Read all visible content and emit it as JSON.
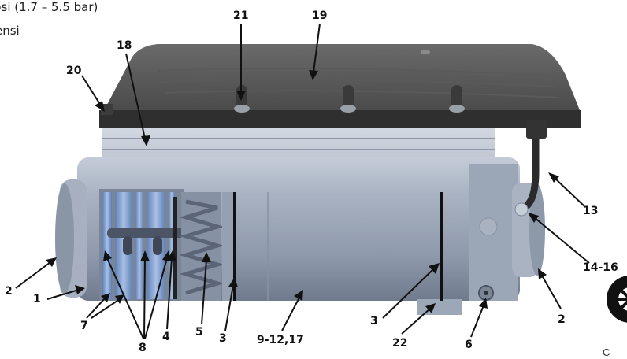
{
  "header": {
    "line1": "psi (1.7 – 5.5 bar)",
    "line2": "ensi"
  },
  "callouts": {
    "c1": "1",
    "c2a": "2",
    "c2b": "2",
    "c3a": "3",
    "c3b": "3",
    "c4": "4",
    "c5": "5",
    "c6": "6",
    "c7": "7",
    "c8": "8",
    "c9": "9-12,17",
    "c13": "13",
    "c14": "14-16",
    "c18": "18",
    "c19": "19",
    "c20": "20",
    "c21": "21",
    "c22": "22"
  },
  "corner": {
    "letter": "C"
  },
  "colors": {
    "cover": "#4e4e4e",
    "cover_base": "#2f2f2f",
    "fins": "#b9c4d3",
    "body": "#9aa6b8",
    "discs": "#6f8fc4",
    "leader": "#111111"
  }
}
